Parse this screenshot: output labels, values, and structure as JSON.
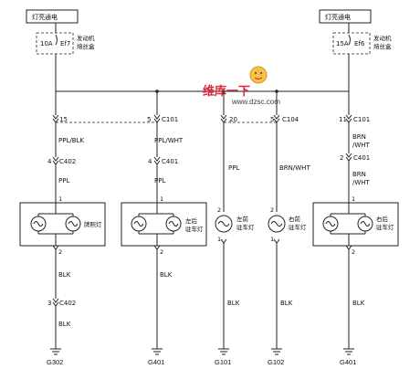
{
  "top_left": {
    "power_label": "灯亮通电",
    "fuse_rating": "10A",
    "fuse_id": "Ef7",
    "fuse_box_label": [
      "发动机",
      "熔丝盒"
    ]
  },
  "top_right": {
    "power_label": "灯亮通电",
    "fuse_rating": "15A",
    "fuse_id": "Ef6",
    "fuse_box_label": [
      "发动机",
      "熔丝盒"
    ]
  },
  "watermark": {
    "text": "维库一下",
    "url": "www.dzsc.com"
  },
  "circuits": {
    "c1": {
      "pin_top": "15",
      "wire_top": "PPL/BLK",
      "pin_mid": "4",
      "conn_mid": "C402",
      "wire_mid": "PPL",
      "lamp_pin_top": "1",
      "lamp_pin_bottom": "2",
      "lamp_label": "牌照灯",
      "wire_bottom": "BLK",
      "pin_bottom": "3",
      "conn_bottom": "C402",
      "wire_bottom2": "BLK",
      "ground": "G302"
    },
    "c2": {
      "pin_top": "5",
      "conn_top": "C101",
      "wire_top": "PPL/WHT",
      "pin_mid": "4",
      "conn_mid": "C401",
      "wire_mid": "PPL",
      "lamp_pin_top": "1",
      "lamp_pin_bottom": "2",
      "lamp_label": [
        "左后",
        "驻车灯"
      ],
      "wire_bottom": "BLK",
      "ground": "G401"
    },
    "c3": {
      "pin_top": "20",
      "wire_top": "PPL",
      "lamp_pin_top": "2",
      "lamp_pin_bottom": "1",
      "lamp_label": [
        "左前",
        "驻车灯"
      ],
      "wire_bottom": "BLK",
      "ground": "G101"
    },
    "c4": {
      "pin_top": "5",
      "conn_top": "C104",
      "wire_top": "BRN/WHT",
      "lamp_pin_top": "2",
      "lamp_pin_bottom": "1",
      "lamp_label": [
        "右前",
        "驻车灯"
      ],
      "wire_bottom": "BLK",
      "ground": "G102"
    },
    "c5": {
      "pin_top": "11",
      "conn_top": "C101",
      "wire_top": [
        "BRN",
        "/WHT"
      ],
      "pin_mid": "2",
      "conn_mid": "C401",
      "wire_mid": [
        "BRN",
        "/WHT"
      ],
      "lamp_pin_top": "1",
      "lamp_pin_bottom": "2",
      "lamp_label": [
        "右后",
        "驻车灯"
      ],
      "wire_bottom": "BLK",
      "ground": "G401"
    }
  }
}
